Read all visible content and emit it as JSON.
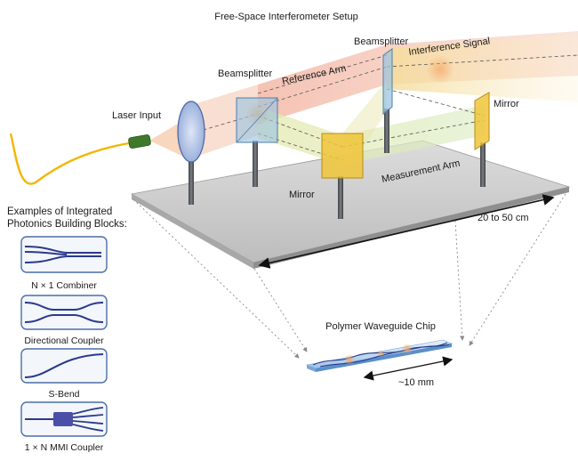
{
  "diagram": {
    "title": "Free-Space Interferometer Setup",
    "labels": {
      "laser_input": "Laser Input",
      "beamsplitter_left": "Beamsplitter",
      "beamsplitter_right": "Beamsplitter",
      "reference_arm": "Reference Arm",
      "interference_signal": "Interference Signal",
      "mirror_right": "Mirror",
      "mirror_bottom": "Mirror",
      "measurement_arm": "Measurement Arm",
      "table_dimension": "20 to 50 cm",
      "chip_title": "Polymer Waveguide Chip",
      "chip_dimension": "~10 mm"
    },
    "sidebar": {
      "heading_line1": "Examples of Integrated",
      "heading_line2": "Photonics Building Blocks:",
      "blocks": [
        {
          "name": "N × 1 Combiner"
        },
        {
          "name": "Directional Coupler"
        },
        {
          "name": "S-Bend"
        },
        {
          "name": "1 × N MMI Coupler"
        }
      ]
    },
    "colors": {
      "fiber": "#f2b705",
      "table_top": "#d4d4d4",
      "post": "#55595d",
      "beam_reference": "#e89a8c",
      "beam_signal": "#f0d28a",
      "beam_measurement": "#cfe0a0",
      "beamsplitter": "#9ec4e0",
      "mirror": "#f0c63a",
      "waveguide": "#2b3a8c",
      "chip": "#cfe2f3",
      "block_border": "#4a6fa5",
      "block_fill": "#f3f6fa"
    }
  }
}
